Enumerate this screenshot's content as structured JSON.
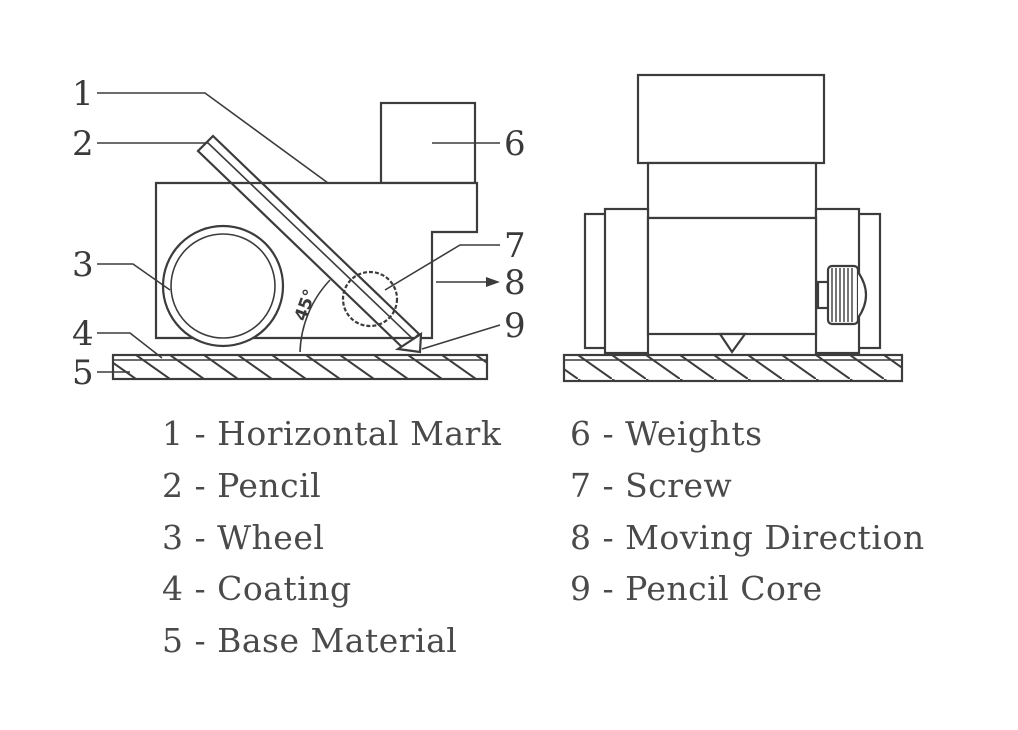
{
  "callouts": {
    "c1": "1",
    "c2": "2",
    "c3": "3",
    "c4": "4",
    "c5": "5",
    "c6": "6",
    "c7": "7",
    "c8": "8",
    "c9": "9"
  },
  "angle_label": "45°",
  "legend": {
    "items": [
      "1 - Horizontal Mark",
      "2 - Pencil",
      "3 - Wheel",
      "4 - Coating",
      "5 - Base Material",
      "6 - Weights",
      "7 - Screw",
      "8 - Moving Direction",
      "9 - Pencil Core"
    ]
  },
  "colors": {
    "line": "#3c3c3c",
    "text": "#4a4a4a",
    "background": "#ffffff"
  }
}
